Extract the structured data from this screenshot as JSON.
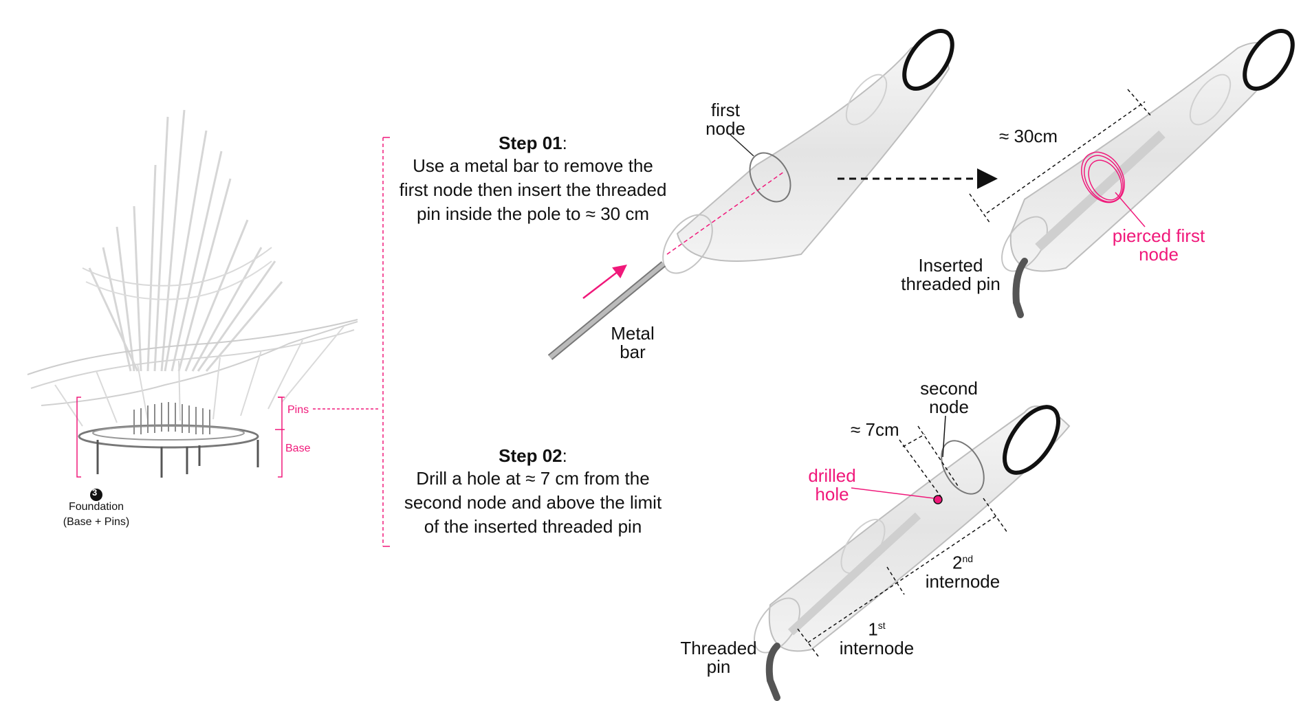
{
  "left_model": {
    "badge_number": "3",
    "caption_line1": "Foundation",
    "caption_line2": "(Base + Pins)",
    "pins_label": "Pins",
    "base_label": "Base"
  },
  "step1": {
    "title": "Step 01",
    "colon": ":",
    "lines": [
      "Use a metal bar to remove the",
      "first node then insert the threaded",
      "pin inside the pole to ≈ 30 cm"
    ]
  },
  "step2": {
    "title": "Step 02",
    "colon": ":",
    "lines": [
      "Drill a hole at ≈ 7 cm from the",
      "second node and above the limit",
      "of the inserted threaded pin"
    ]
  },
  "diagram1": {
    "first_node": [
      "first",
      "node"
    ],
    "metal_bar": [
      "Metal",
      "bar"
    ]
  },
  "diagram2": {
    "distance": "≈ 30cm",
    "pierced": [
      "pierced first",
      "node"
    ],
    "inserted": [
      "Inserted",
      "threaded pin"
    ]
  },
  "diagram3": {
    "second_node": [
      "second",
      "node"
    ],
    "distance": "≈ 7cm",
    "drilled": [
      "drilled",
      "hole"
    ],
    "internode2_num": "2",
    "internode2_sup": "nd",
    "internode2_word": "internode",
    "internode1_num": "1",
    "internode1_sup": "st",
    "internode1_word": "internode",
    "threaded": [
      "Threaded",
      "pin"
    ]
  },
  "colors": {
    "accent": "#f0187a",
    "outline": "#111111",
    "tube": "#d8d8d8"
  }
}
